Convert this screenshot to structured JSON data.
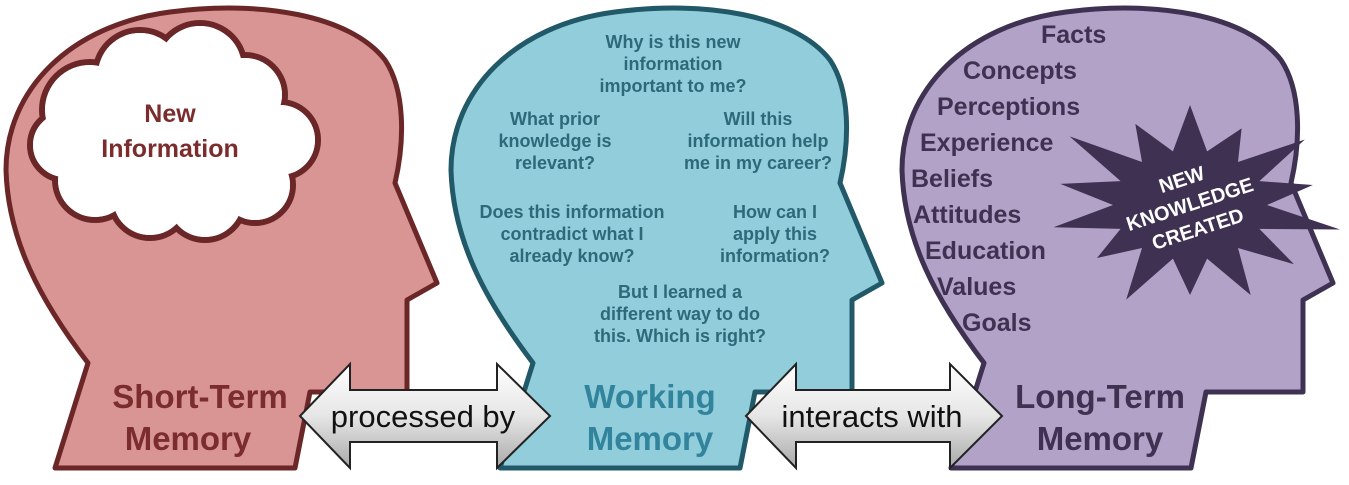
{
  "colors": {
    "short_fill": "#d99594",
    "short_stroke": "#6b2727",
    "short_text": "#7b2c2c",
    "working_fill": "#92cddc",
    "working_stroke": "#215968",
    "working_text": "#31849b",
    "question_text": "#2c6a79",
    "long_fill": "#b2a2c7",
    "long_stroke": "#3f3151",
    "long_text": "#3f3151",
    "arrow_stroke": "#222222"
  },
  "short_term": {
    "cloud_line1": "New",
    "cloud_line2": "Information",
    "label_line1": "Short-Term",
    "label_line2": "Memory"
  },
  "arrow1": {
    "label": "processed by"
  },
  "working": {
    "label_line1": "Working",
    "label_line2": "Memory",
    "questions": [
      [
        "Why is this new",
        "information",
        "important to me?"
      ],
      [
        "What prior",
        "knowledge is",
        "relevant?"
      ],
      [
        "Will this",
        "information help",
        "me in my career?"
      ],
      [
        "Does this information",
        "contradict what I",
        "already know?"
      ],
      [
        "How can I",
        "apply this",
        "information?"
      ],
      [
        "But I learned a",
        "different way to do",
        "this. Which is right?"
      ]
    ]
  },
  "arrow2": {
    "label": "interacts with"
  },
  "long_term": {
    "items": [
      "Facts",
      "Concepts",
      "Perceptions",
      "Experience",
      "Beliefs",
      "Attitudes",
      "Education",
      "Values",
      "Goals"
    ],
    "burst_lines": [
      "NEW",
      "KNOWLEDGE",
      "CREATED"
    ],
    "label_line1": "Long-Term",
    "label_line2": "Memory"
  }
}
